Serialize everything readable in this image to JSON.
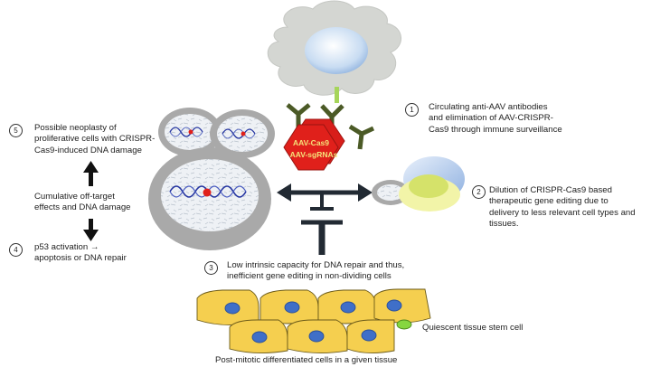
{
  "virus_label": {
    "line1": "AAV-Cas9",
    "line2": "AAV-sgRNAs"
  },
  "items": [
    {
      "number": "1",
      "lines": [
        "Circulating anti-AAV antibodies",
        "and elimination of AAV-CRISPR-",
        "Cas9 through immune surveillance"
      ]
    },
    {
      "number": "2",
      "lines": [
        "Dilution of CRISPR-Cas9 based",
        "therapeutic gene editing due to",
        "delivery to less relevant cell types and",
        "tissues."
      ]
    },
    {
      "number": "3",
      "lines": [
        "Low intrinsic capacity for DNA repair and thus,",
        "inefficient gene editing in non-dividing cells"
      ]
    },
    {
      "number": "4",
      "lines": [
        "p53 activation →",
        "apoptosis or DNA repair"
      ]
    },
    {
      "number": "5",
      "lines": [
        "Possible neoplasty of",
        "proliferative cells with CRISPR-",
        "Cas9-induced DNA damage"
      ]
    }
  ],
  "middle_label": [
    "Cumulative off-target",
    "effects and DNA damage"
  ],
  "stem_cell_label": "Quiescent tissue stem cell",
  "tissue_label": "Post-mitotic differentiated cells in a given tissue",
  "colors": {
    "hexagon": "#e0201b",
    "hexagon_text": "#f5e27a",
    "antibody": "#4b5a26",
    "cell_body": "#f5cf4f",
    "nucleus": "#3f6fc8",
    "stem_cell": "#86d640",
    "immune_cell": "#d4d6d2",
    "dividing_cell_ring": "#a9a9a9",
    "dna_helix": "#2434a0",
    "damage_spot": "#e0201b",
    "arrow": "#222a33"
  }
}
